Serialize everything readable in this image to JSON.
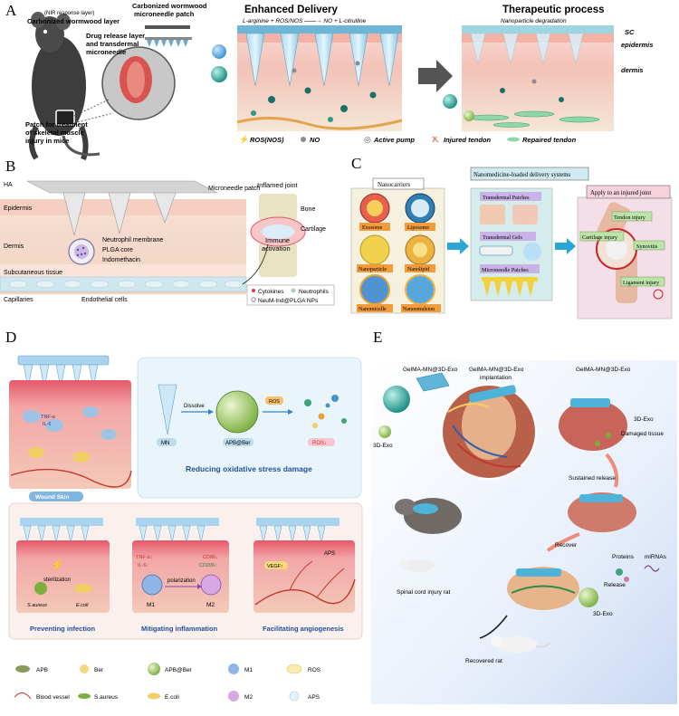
{
  "panels": {
    "A": {
      "letter": "A",
      "mouse_labels": {
        "nir_layer": "(NIR response layer)",
        "carbonized_layer": "Carbonized wormwood layer",
        "drug_release": "Drug release layer",
        "transdermal_mn": "and transdermal",
        "microneedle": "microneedle",
        "patch_title1": "Carbonized wormwood",
        "patch_title2": "microneedle patch",
        "patch_treat1": "Patch for treatment",
        "patch_treat2": "of skeletal muscle",
        "patch_treat3": "injury in mice"
      },
      "enhanced_title": "Enhanced Delivery",
      "reaction": "L-arginine + ROS/NOS ——→ NO + L-citrulline",
      "therapeutic_title": "Therapeutic process",
      "nano_degradation": "Nanoparticle degradation",
      "layers": {
        "sc": "SC",
        "epidermis": "epidermis",
        "dermis": "dermis"
      },
      "legend": [
        "ROS(NOS)",
        "NO",
        "Active pump",
        "Injured tendon",
        "Repaired tendon"
      ]
    },
    "B": {
      "letter": "B",
      "labels": {
        "ha": "HA",
        "mn_patch": "Microneedle patch",
        "epidermis": "Epidermis",
        "dermis": "Dermis",
        "subcutaneous": "Subcutaneous tissue",
        "capillaries": "Capillaries",
        "endothelial": "Endothelial cells",
        "neutrophil_membrane": "Neutrophil membrane",
        "plga_core": "PLGA core",
        "indomethacin": "Indomethacin",
        "inflamed_joint": "Inflamed joint",
        "bone": "Bone",
        "cartilage": "Cartilage",
        "immune1": "Immune",
        "immune2": "activation"
      },
      "legend": {
        "cytokines": "Cytokines",
        "neutrophils": "Neutrophils",
        "nps": "NeuM-Ind@PLGA NPs"
      }
    },
    "C": {
      "letter": "C",
      "nanocarriers_title": "Nanocarriers",
      "carriers": [
        "Exosome",
        "Liposome",
        "Nanoparticle",
        "Nanolipid",
        "Nanomicelle",
        "Nanoemulsion"
      ],
      "delivery_title": "Nanomedicine-loaded delivery systems",
      "systems": [
        "Transdermal Patches",
        "Transdermal Gels",
        "Microneedle Patches"
      ],
      "apply_title": "Apply to an injured joint",
      "injuries": [
        "Tendon injury",
        "Cartilage injury",
        "Synovitis",
        "Ligament injury"
      ]
    },
    "D": {
      "letter": "D",
      "cytokines": {
        "tnf": "TNF-α",
        "il6": "IL-6"
      },
      "wound": "Wound Skin",
      "mn": "MN",
      "dissolve": "Dissolve",
      "apb_ber": "APB@Ber",
      "ros_down": "ROS↓",
      "ros_chip": "ROS",
      "reducing": "Reducing oxidative stress damage",
      "sterilization": "sterilization",
      "s_aureus": "S.aureus",
      "e_coli": "E.coli",
      "m1_tnf": "TNF-α↓",
      "m1_il6": "IL-6↓",
      "m2_cd86": "CD86↓",
      "m2_cd206": "CD206↑",
      "m1": "M1",
      "m2": "M2",
      "polarization": "polarization",
      "vegf": "VEGF↑",
      "aps_label": "APS",
      "subtitles": [
        "Preventing infection",
        "Mitigating inflammation",
        "Facilitating angiogenesis"
      ],
      "legend": [
        "APB",
        "Ber",
        "APB@Ber",
        "M1",
        "ROS",
        "Blood vessel",
        "S.aureus",
        "E.coli",
        "M2",
        "APS"
      ]
    },
    "E": {
      "letter": "E",
      "labels": {
        "gelma_exo": "GelMA-MN@3D-Exo",
        "implant1": "GelMA-MN@3D-Exo",
        "implant2": "implantation",
        "gelma_right": "GelMA-MN@3D-Exo",
        "exo3d": "3D-Exo",
        "exo3d_left": "3D-Exo",
        "damaged": "Damaged tissue",
        "sustained": "Sustained release",
        "recover": "Recover",
        "proteins": "Proteins",
        "mirnas": "miRNAs",
        "release": "Release",
        "exo3d_bottom": "3D-Exo",
        "sci_rat": "Spinal cord injury rat",
        "recovered_rat": "Recovered rat"
      }
    }
  },
  "colors": {
    "skin_pink": "#f3c9c0",
    "dermis_beige": "#f6e7d2",
    "needle_blue": "#7ec3e6",
    "patch_teal": "#9fd5e0",
    "orange_label": "#f39c3b",
    "green_label": "#bde3a9",
    "title_blue": "#1e4f9c"
  }
}
